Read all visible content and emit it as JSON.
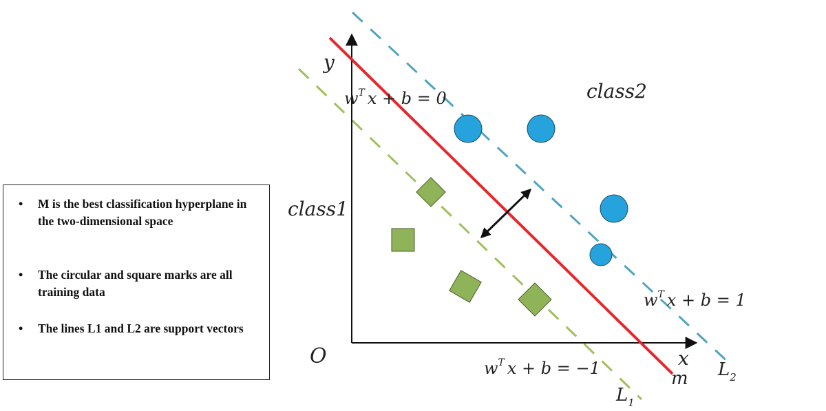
{
  "diagram": {
    "labels": {
      "y_axis": "y",
      "x_axis": "x",
      "origin": "O",
      "class1": "class1",
      "class2": "class2",
      "m_line": "m",
      "L1_main": "L",
      "L1_sub": "1",
      "L2_main": "L",
      "L2_sub": "2",
      "eq_zero": {
        "w": "w",
        "T": "T",
        "rest": "x + b = 0"
      },
      "eq_plus": {
        "w": "w",
        "T": "T",
        "rest": "x + b = 1"
      },
      "eq_minus": {
        "w": "w",
        "T": "T",
        "rest": "x + b = −1"
      }
    },
    "colors": {
      "hyperplane": "#e8252a",
      "support_L1": "#9fbf5a",
      "support_L2": "#4fa3c0",
      "circle_fill": "#26a2dc",
      "square_fill": "#8fb358",
      "axis": "#111111",
      "arrow": "#111111"
    },
    "markers": {
      "class2_circles_count": 4,
      "class1_squares_count": 4
    }
  },
  "legend": {
    "items": [
      {
        "bullet": "•",
        "text": "M is the best classification hyperplane in the two-dimensional space"
      },
      {
        "bullet": "•",
        "text": "The circular and square marks are all training data"
      },
      {
        "bullet": "•",
        "text": "The lines L1 and L2 are support vectors"
      }
    ]
  }
}
